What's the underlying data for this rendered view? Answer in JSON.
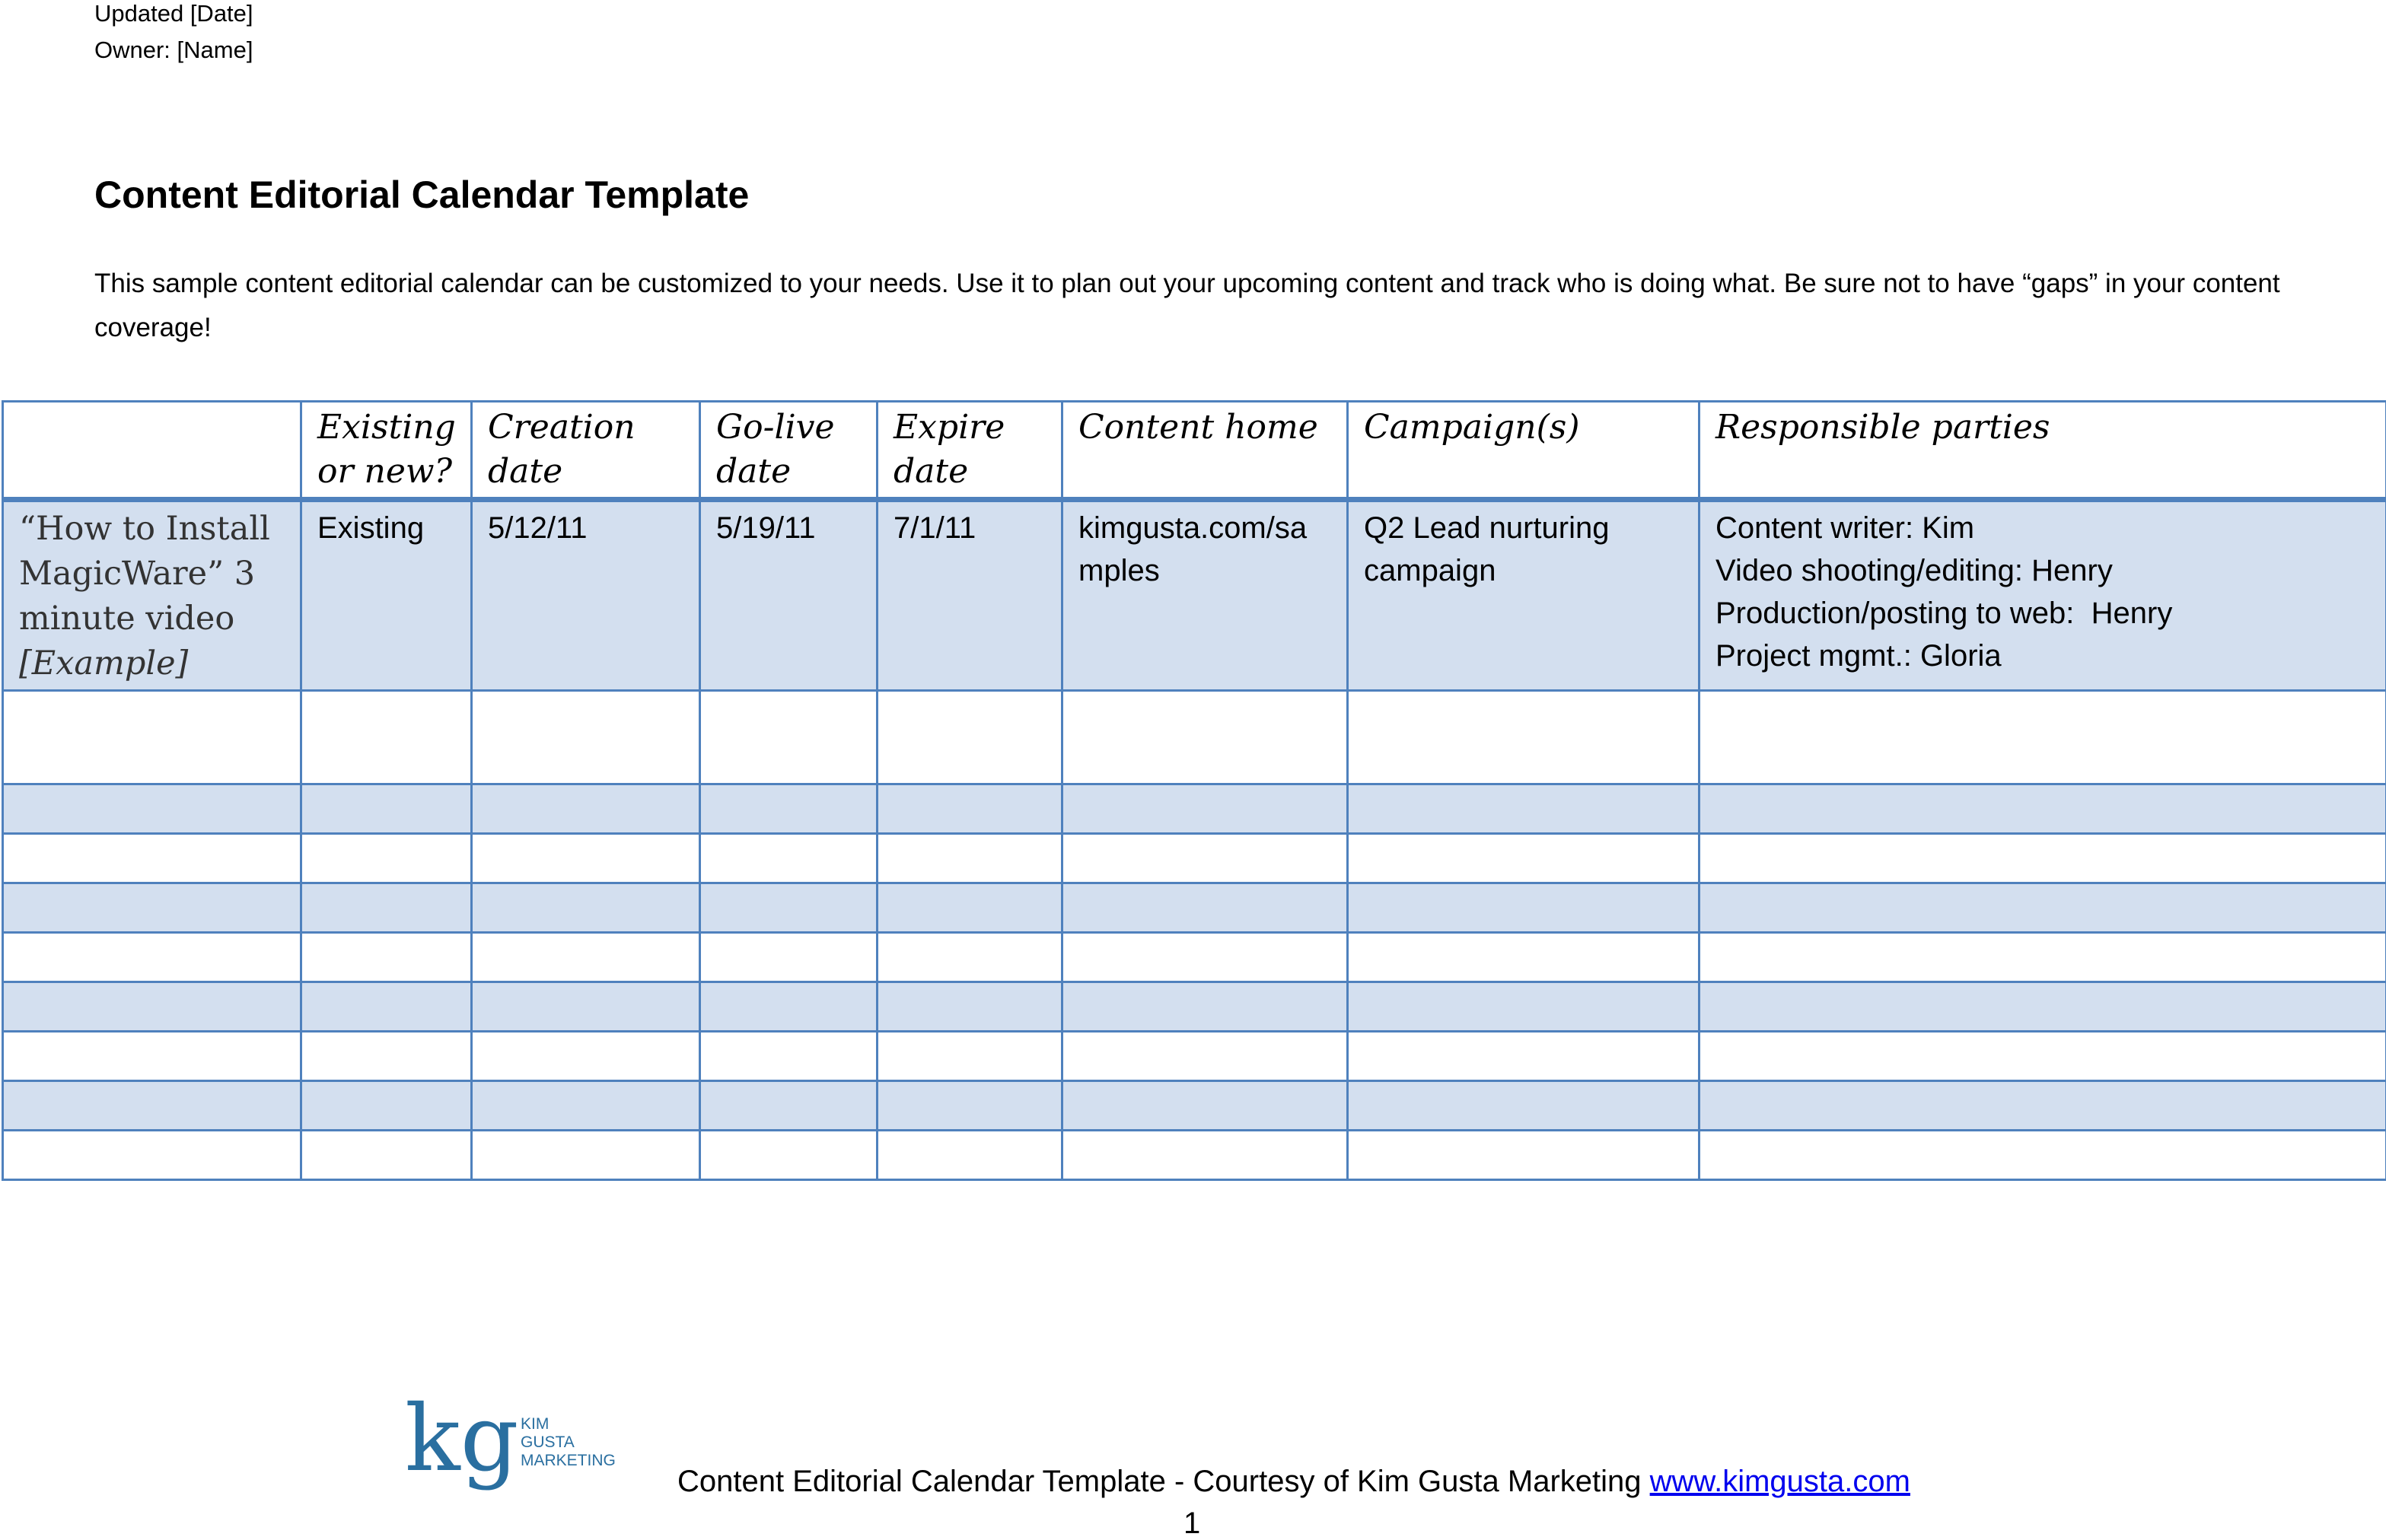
{
  "header": {
    "updated": "Updated [Date]",
    "owner": "Owner: [Name]"
  },
  "title": "Content Editorial Calendar Template",
  "intro": "This sample content editorial calendar can be customized to your needs. Use it to plan out your upcoming content and track who is doing what. Be sure not to have “gaps” in your content coverage!",
  "table": {
    "columns": [
      "",
      "Existing or new?",
      "Creation date",
      "Go-live date",
      "Expire date",
      "Content home",
      "Campaign(s)",
      "Responsible parties"
    ],
    "example_row": {
      "title": "“How to Install MagicWare” 3 minute video",
      "title_suffix": "[Example]",
      "existing_or_new": "Existing",
      "creation_date": "5/12/11",
      "go_live_date": "5/19/11",
      "expire_date": "7/1/11",
      "content_home": "kimgusta.com/samples",
      "campaign": "Q2 Lead nurturing campaign",
      "responsible": [
        "Content writer: Kim",
        "Video shooting/editing: Henry",
        "Production/posting to web:  Henry",
        "Project mgmt.: Gloria"
      ]
    },
    "empty_row_count": 9
  },
  "footer": {
    "logo_letters": "kg",
    "logo_text": [
      "KIM",
      "GUSTA",
      "MARKETING"
    ],
    "text": "Content Editorial Calendar Template - Courtesy of Kim Gusta Marketing",
    "link": "www.kimgusta.com",
    "page_number": "1"
  },
  "colors": {
    "table_border": "#4f81bd",
    "row_shade": "#d3dfef",
    "logo_blue": "#2a6fa0",
    "link": "#0000ee"
  }
}
